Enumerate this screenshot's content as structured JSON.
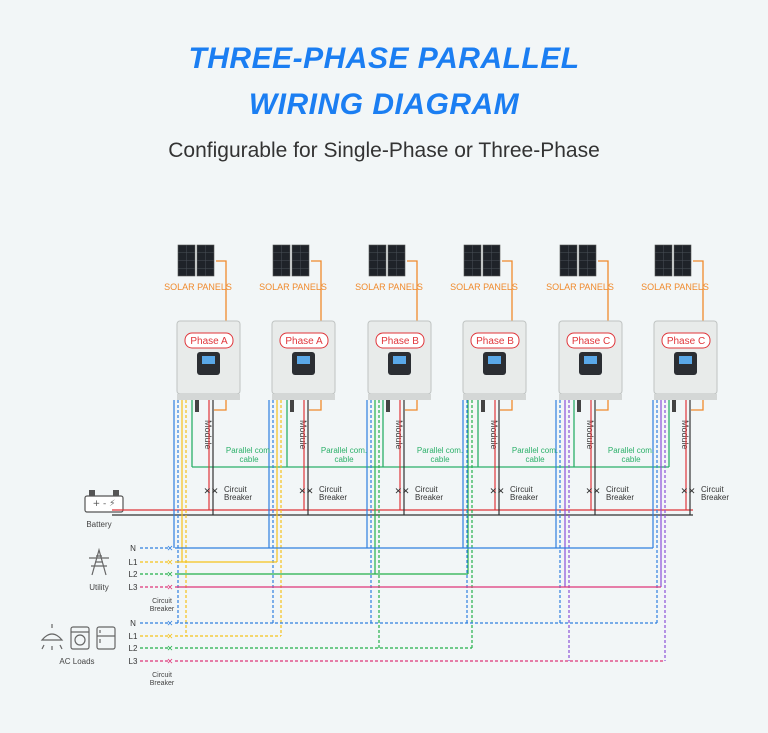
{
  "header": {
    "title_line1": "THREE-PHASE PARALLEL",
    "title_line2": "WIRING DIAGRAM",
    "subtitle": "Configurable for Single-Phase or Three-Phase"
  },
  "units": [
    {
      "panel_label": "SOLAR PANELS",
      "phase": "Phase A",
      "module_label": "Module",
      "com_label_1": "Parallel com.",
      "com_label_2": "cable",
      "breaker_label_1": "Circuit",
      "breaker_label_2": "Breaker"
    },
    {
      "panel_label": "SOLAR PANELS",
      "phase": "Phase A",
      "module_label": "Module",
      "com_label_1": "Parallel com.",
      "com_label_2": "cable",
      "breaker_label_1": "Circuit",
      "breaker_label_2": "Breaker"
    },
    {
      "panel_label": "SOLAR PANELS",
      "phase": "Phase B",
      "module_label": "Module",
      "com_label_1": "Parallel com.",
      "com_label_2": "cable",
      "breaker_label_1": "Circuit",
      "breaker_label_2": "Breaker"
    },
    {
      "panel_label": "SOLAR PANELS",
      "phase": "Phase B",
      "module_label": "Module",
      "com_label_1": "Parallel com.",
      "com_label_2": "cable",
      "breaker_label_1": "Circuit",
      "breaker_label_2": "Breaker"
    },
    {
      "panel_label": "SOLAR PANELS",
      "phase": "Phase C",
      "module_label": "Module",
      "com_label_1": "Parallel com.",
      "com_label_2": "cable",
      "breaker_label_1": "Circuit",
      "breaker_label_2": "Breaker"
    },
    {
      "panel_label": "SOLAR PANELS",
      "phase": "Phase C",
      "module_label": "Module",
      "breaker_label_1": "Circuit",
      "breaker_label_2": "Breaker"
    }
  ],
  "left": {
    "battery_label": "Battery",
    "utility_label": "Utility",
    "ac_loads_label": "AC Loads",
    "utility_lines": [
      "N",
      "L1",
      "L2",
      "L3"
    ],
    "load_lines": [
      "N",
      "L1",
      "L2",
      "L3"
    ],
    "breaker_label_1": "Circuit",
    "breaker_label_2": "Breaker"
  },
  "colors": {
    "title": "#1b7ef2",
    "solar": "#f08a2c",
    "phase_text": "#e0353a",
    "parallel_com": "#2bb069",
    "battery_pos": "#e0353a",
    "battery_neg": "#333333",
    "N": "#2f7fe0",
    "L1": "#f5c21b",
    "L2": "#23b04a",
    "L3": "#e0357a",
    "L3_alt": "#8b4fd8"
  },
  "icons": [
    "battery-icon",
    "utility-tower-icon",
    "ceiling-lamp-icon",
    "washing-machine-icon",
    "refrigerator-icon",
    "solar-panel-icon",
    "inverter-icon"
  ]
}
